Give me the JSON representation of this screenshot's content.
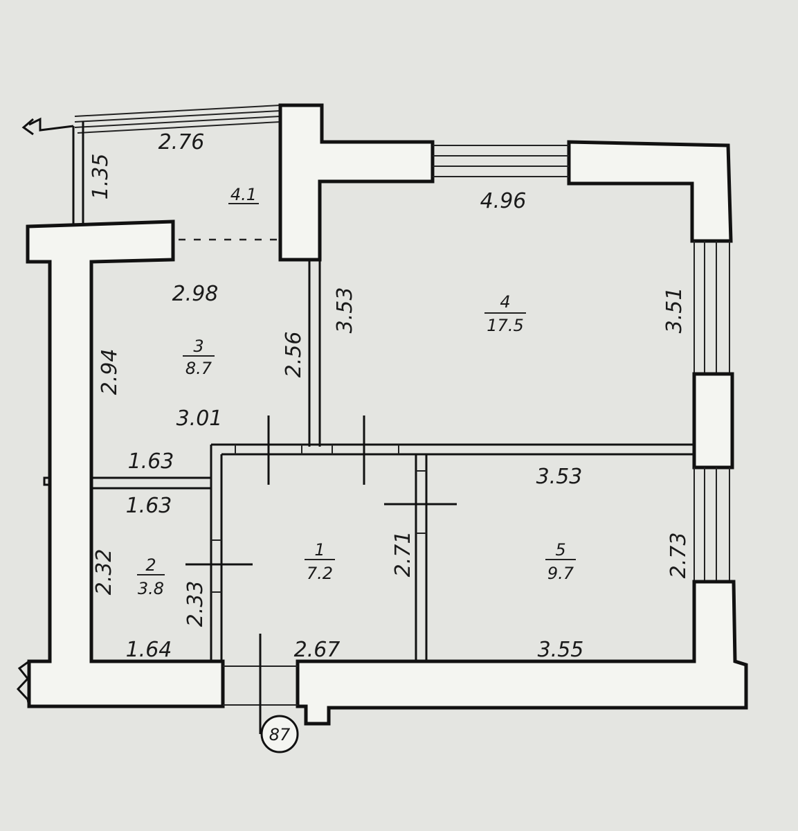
{
  "rooms": [
    {
      "id": "r1",
      "number": "1",
      "area": "7.2"
    },
    {
      "id": "r2",
      "number": "2",
      "area": "3.8"
    },
    {
      "id": "r3",
      "number": "3",
      "area": "8.7"
    },
    {
      "id": "r4",
      "number": "4",
      "area": "17.5"
    },
    {
      "id": "r5",
      "number": "5",
      "area": "9.7"
    },
    {
      "id": "r41",
      "number": "4.1",
      "area": ""
    }
  ],
  "dimensions": {
    "balcony_width": "2.76",
    "balcony_depth": "1.35",
    "room4_width": "4.96",
    "room4_height_left": "3.53",
    "room4_height_right": "3.51",
    "room3_top": "2.98",
    "room3_left": "2.94",
    "room3_right": "2.56",
    "room3_bottom": "3.01",
    "room3_bottom_small": "1.63",
    "room2_top": "1.63",
    "room2_left": "2.32",
    "room2_right": "2.33",
    "room2_bottom": "1.64",
    "room1_right": "2.71",
    "room1_bottom": "2.67",
    "room5_top": "3.53",
    "room5_right": "2.73",
    "room5_bottom": "3.55"
  },
  "apartment_number": "87"
}
